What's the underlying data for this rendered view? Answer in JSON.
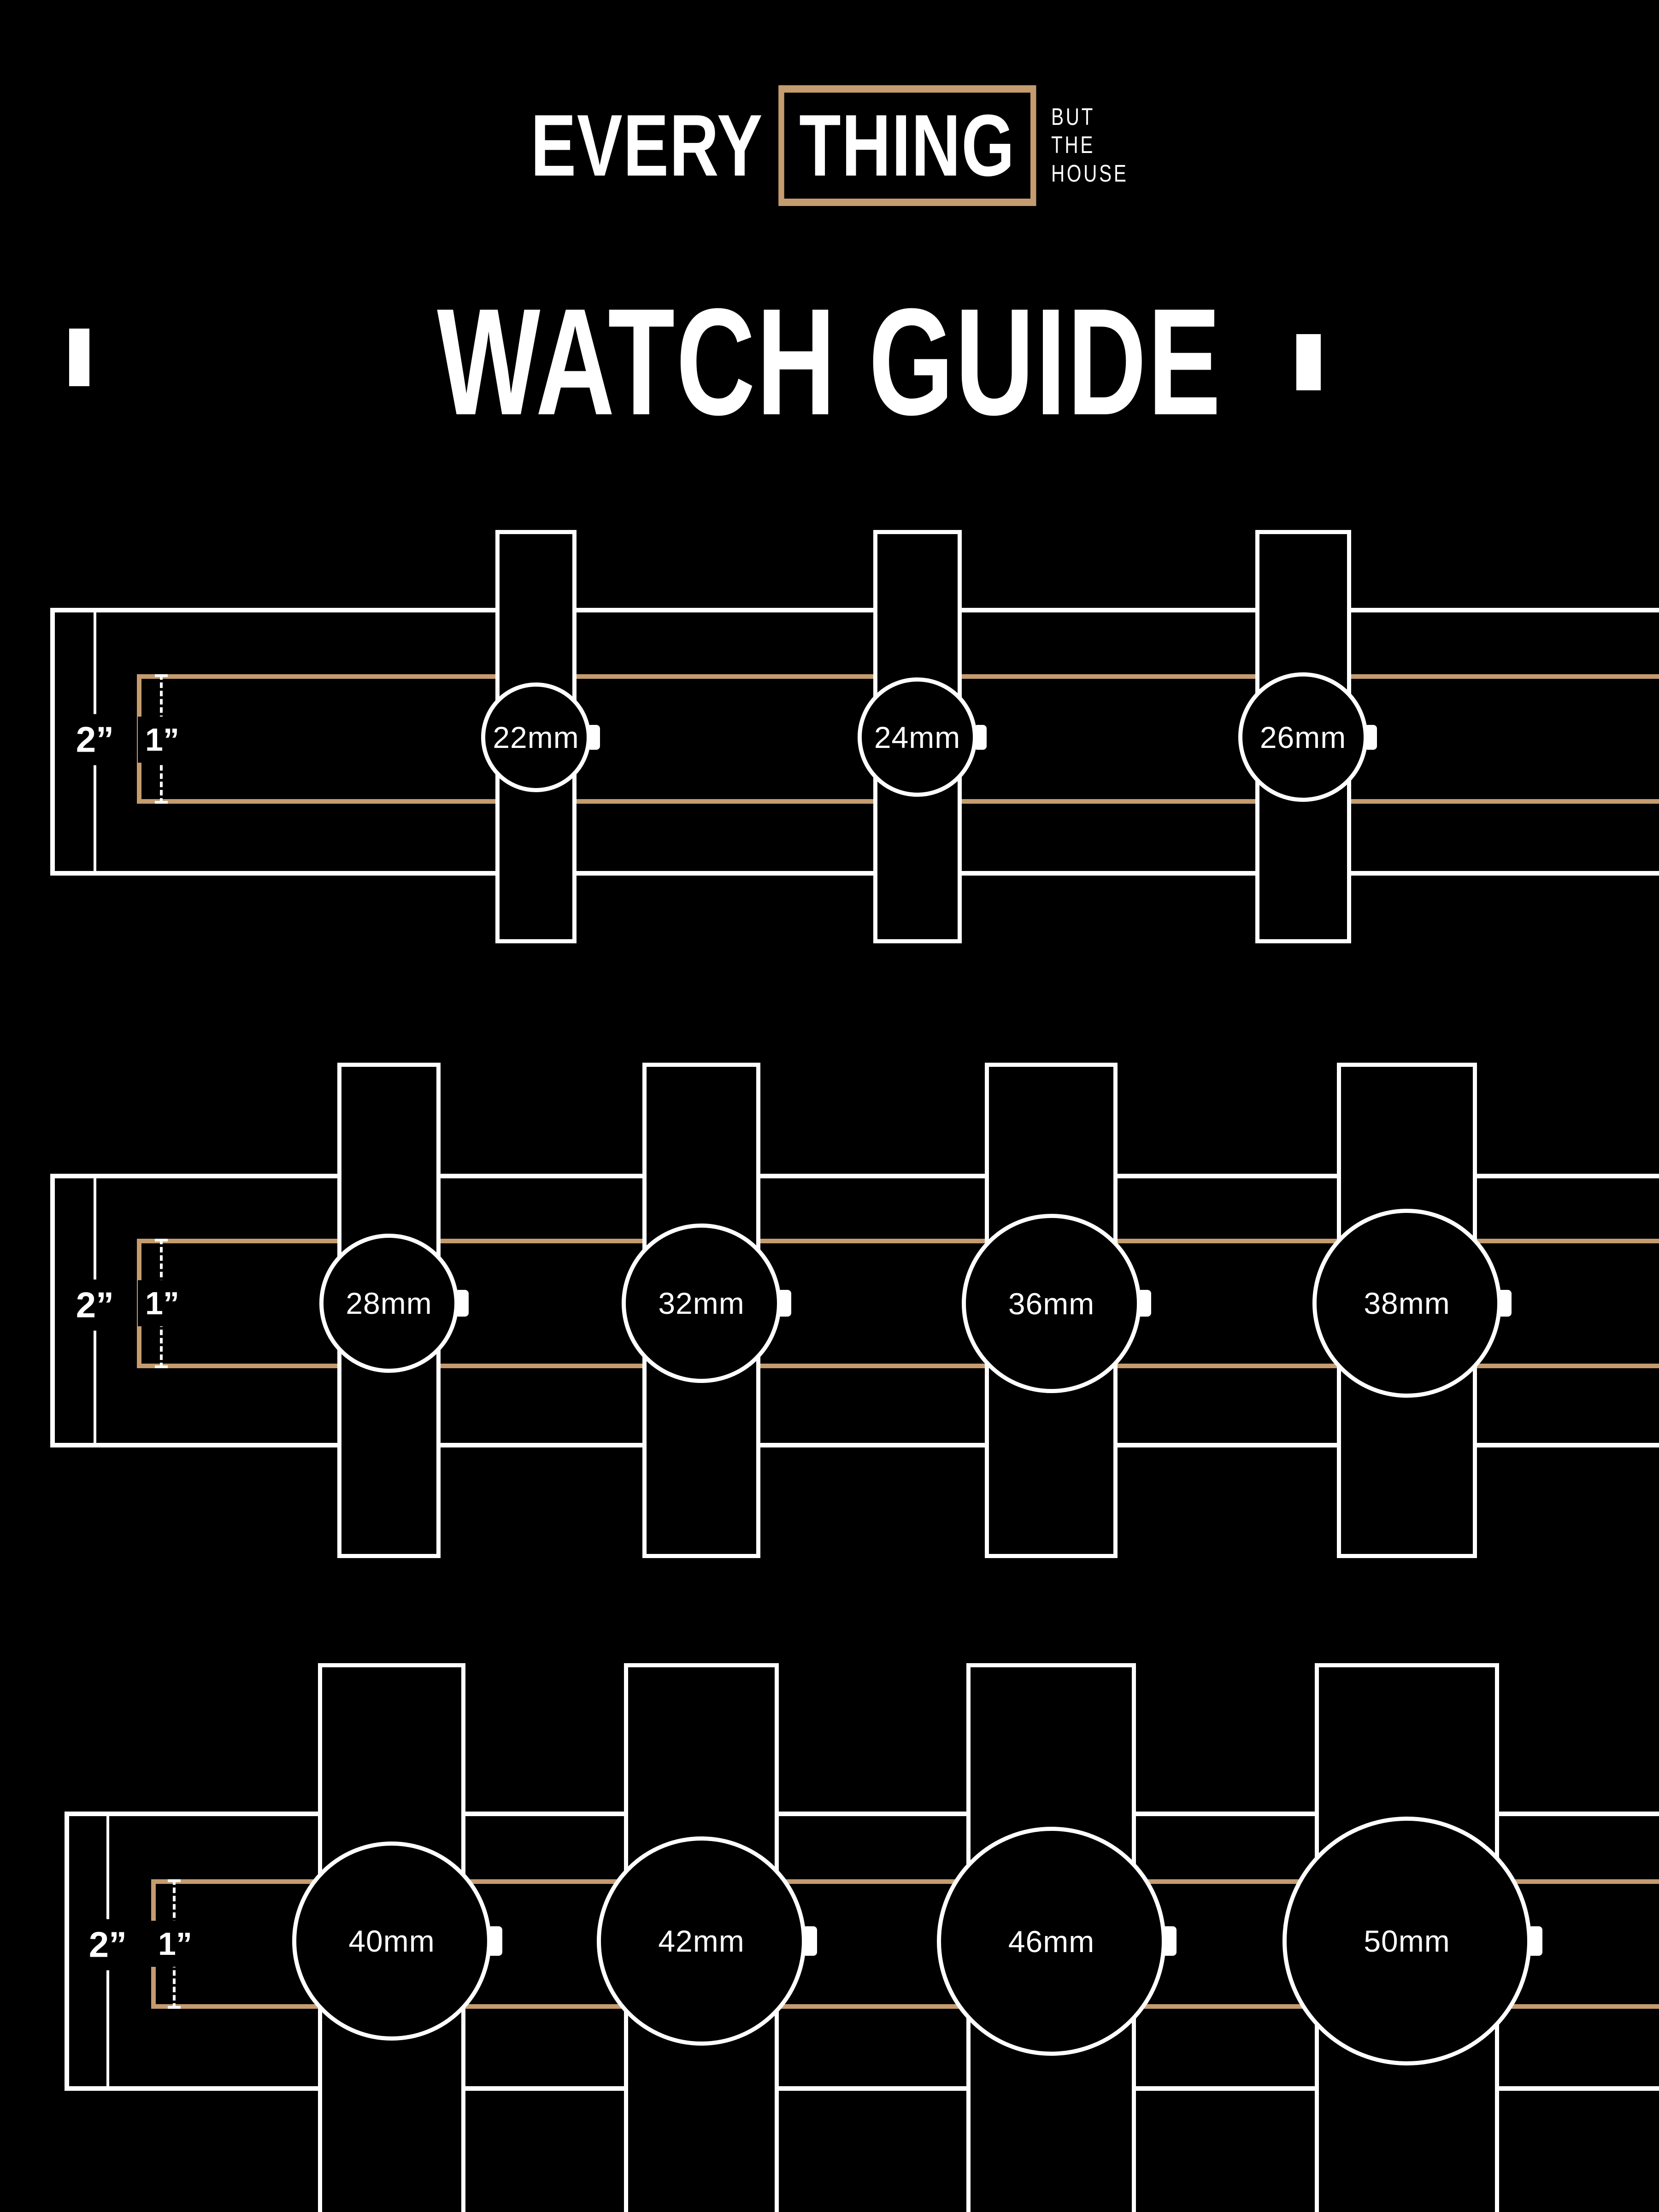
{
  "meta": {
    "background": "#000000",
    "accent_tan": "#C59C6F",
    "foreground": "#FFFFFF"
  },
  "logo": {
    "word_left": "EVERY",
    "word_boxed": "THING",
    "tagline_lines": [
      "BUT",
      "THE",
      "HOUSE"
    ]
  },
  "title": "WATCH GUIDE",
  "rows": [
    {
      "outer_label": "2”",
      "inner_label": "1”",
      "watches": [
        {
          "size_mm": 22,
          "label": "22mm"
        },
        {
          "size_mm": 24,
          "label": "24mm"
        },
        {
          "size_mm": 26,
          "label": "26mm"
        }
      ]
    },
    {
      "outer_label": "2”",
      "inner_label": "1”",
      "watches": [
        {
          "size_mm": 28,
          "label": "28mm"
        },
        {
          "size_mm": 32,
          "label": "32mm"
        },
        {
          "size_mm": 36,
          "label": "36mm"
        },
        {
          "size_mm": 38,
          "label": "38mm"
        }
      ]
    },
    {
      "outer_label": "2”",
      "inner_label": "1”",
      "watches": [
        {
          "size_mm": 40,
          "label": "40mm"
        },
        {
          "size_mm": 42,
          "label": "42mm"
        },
        {
          "size_mm": 46,
          "label": "46mm"
        },
        {
          "size_mm": 50,
          "label": "50mm"
        }
      ]
    }
  ]
}
